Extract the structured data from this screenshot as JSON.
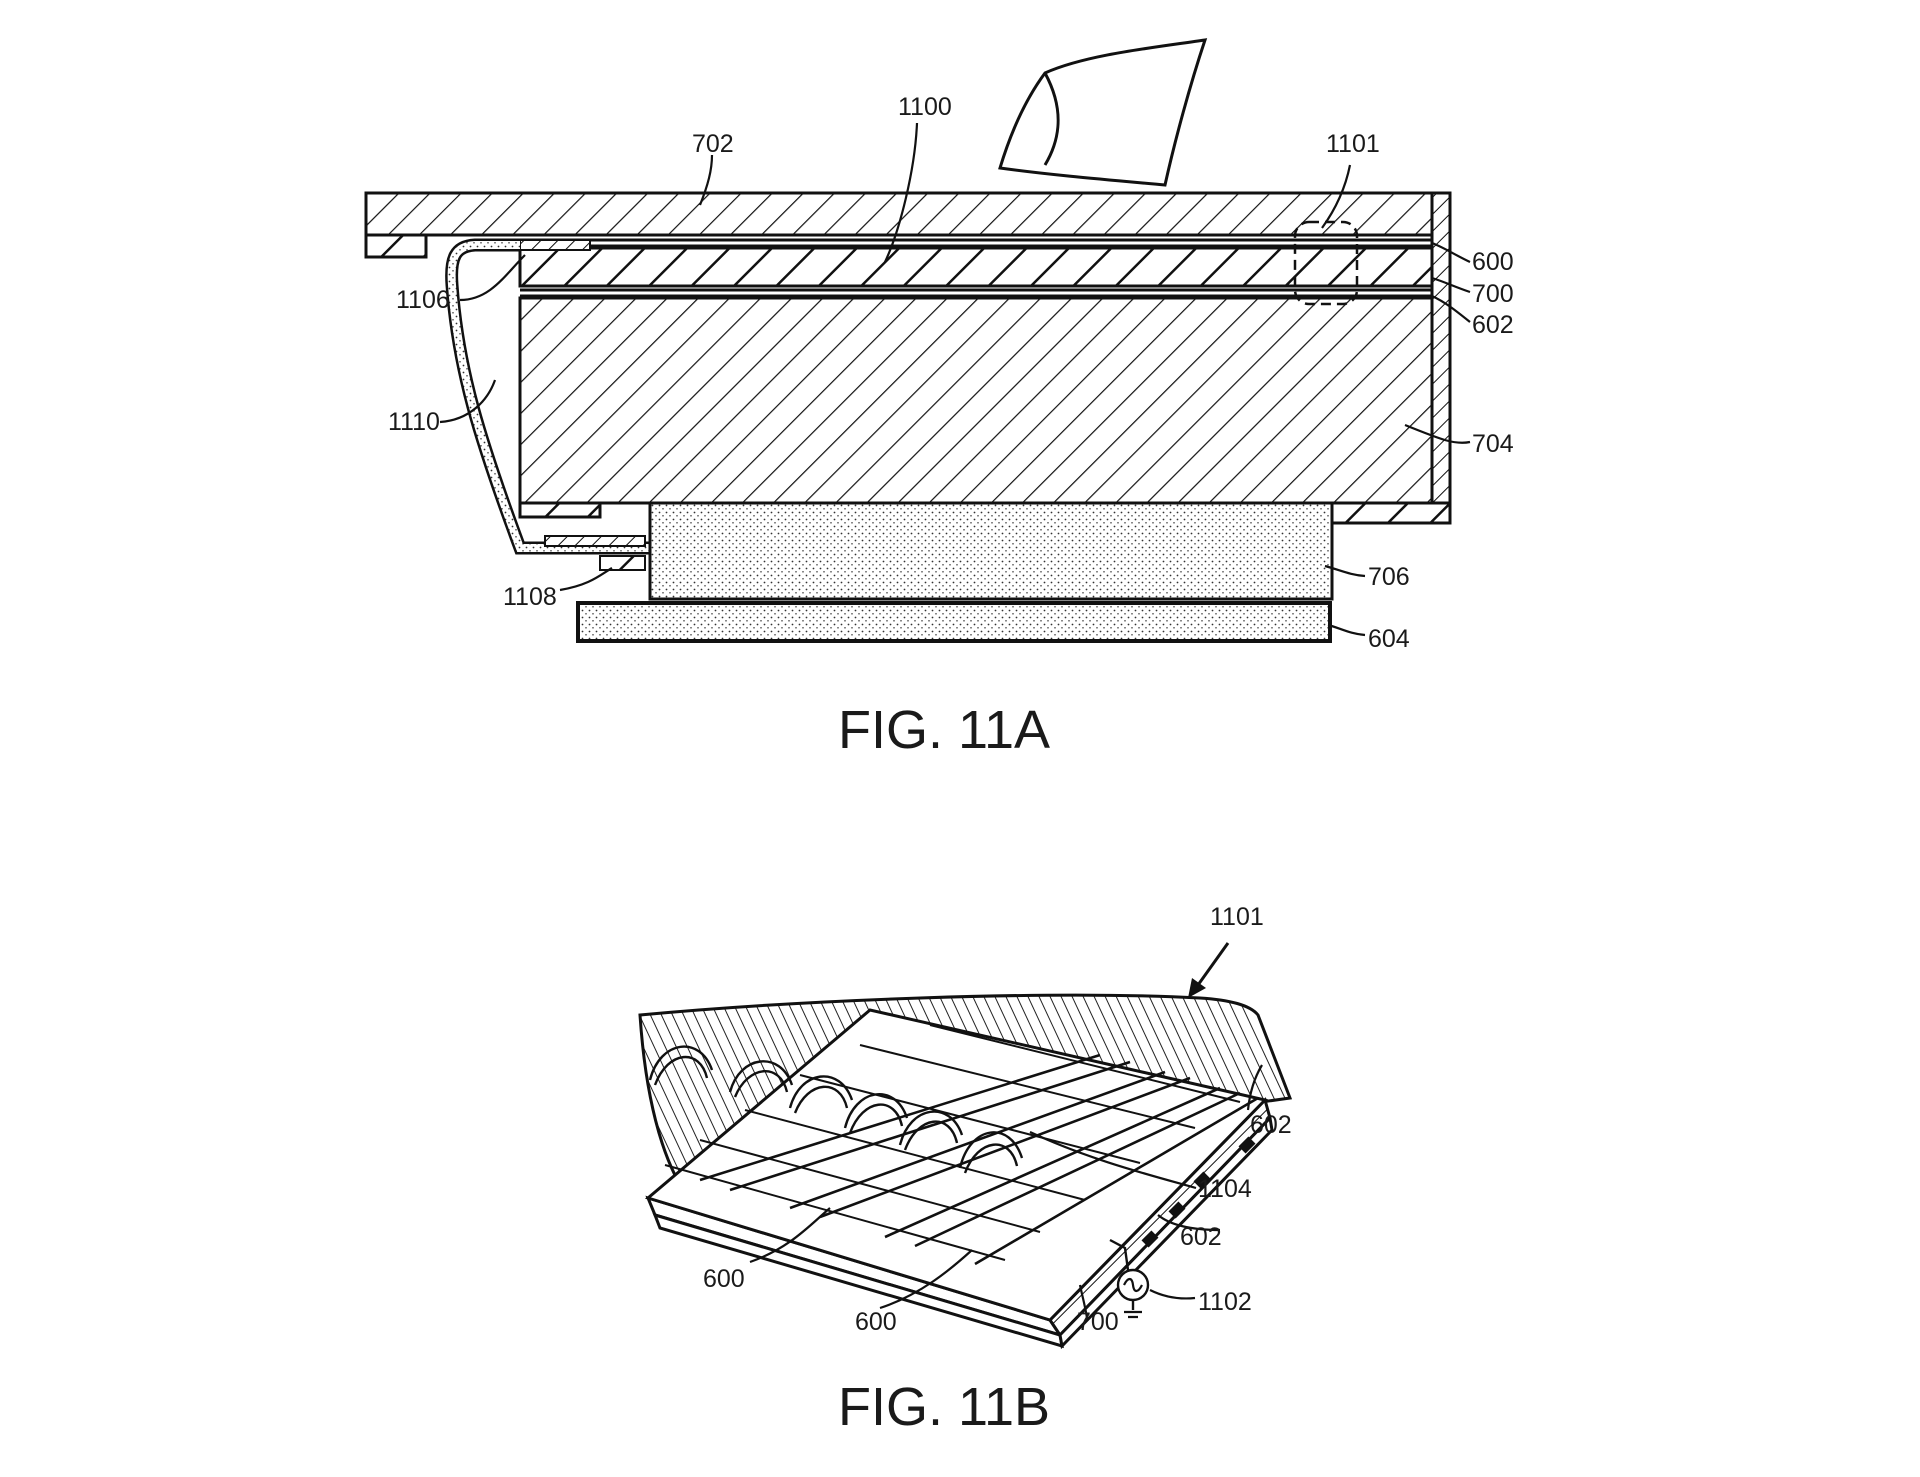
{
  "figures": {
    "fig_a": {
      "caption": "FIG. 11A",
      "labels": {
        "l702": "702",
        "l1100": "1100",
        "l1101": "1101",
        "l600": "600",
        "l700": "700",
        "l602": "602",
        "l1106": "1106",
        "l1110": "1110",
        "l704": "704",
        "l706": "706",
        "l1108": "1108",
        "l604": "604"
      }
    },
    "fig_b": {
      "caption": "FIG. 11B",
      "labels": {
        "l1101": "1101",
        "l602_top": "602",
        "l1104": "1104",
        "l602_bottom": "602",
        "l600_left": "600",
        "l600_bottom": "600",
        "l700": "700",
        "l1102": "1102"
      }
    }
  },
  "colors": {
    "ink": "#111111",
    "background": "#ffffff"
  }
}
